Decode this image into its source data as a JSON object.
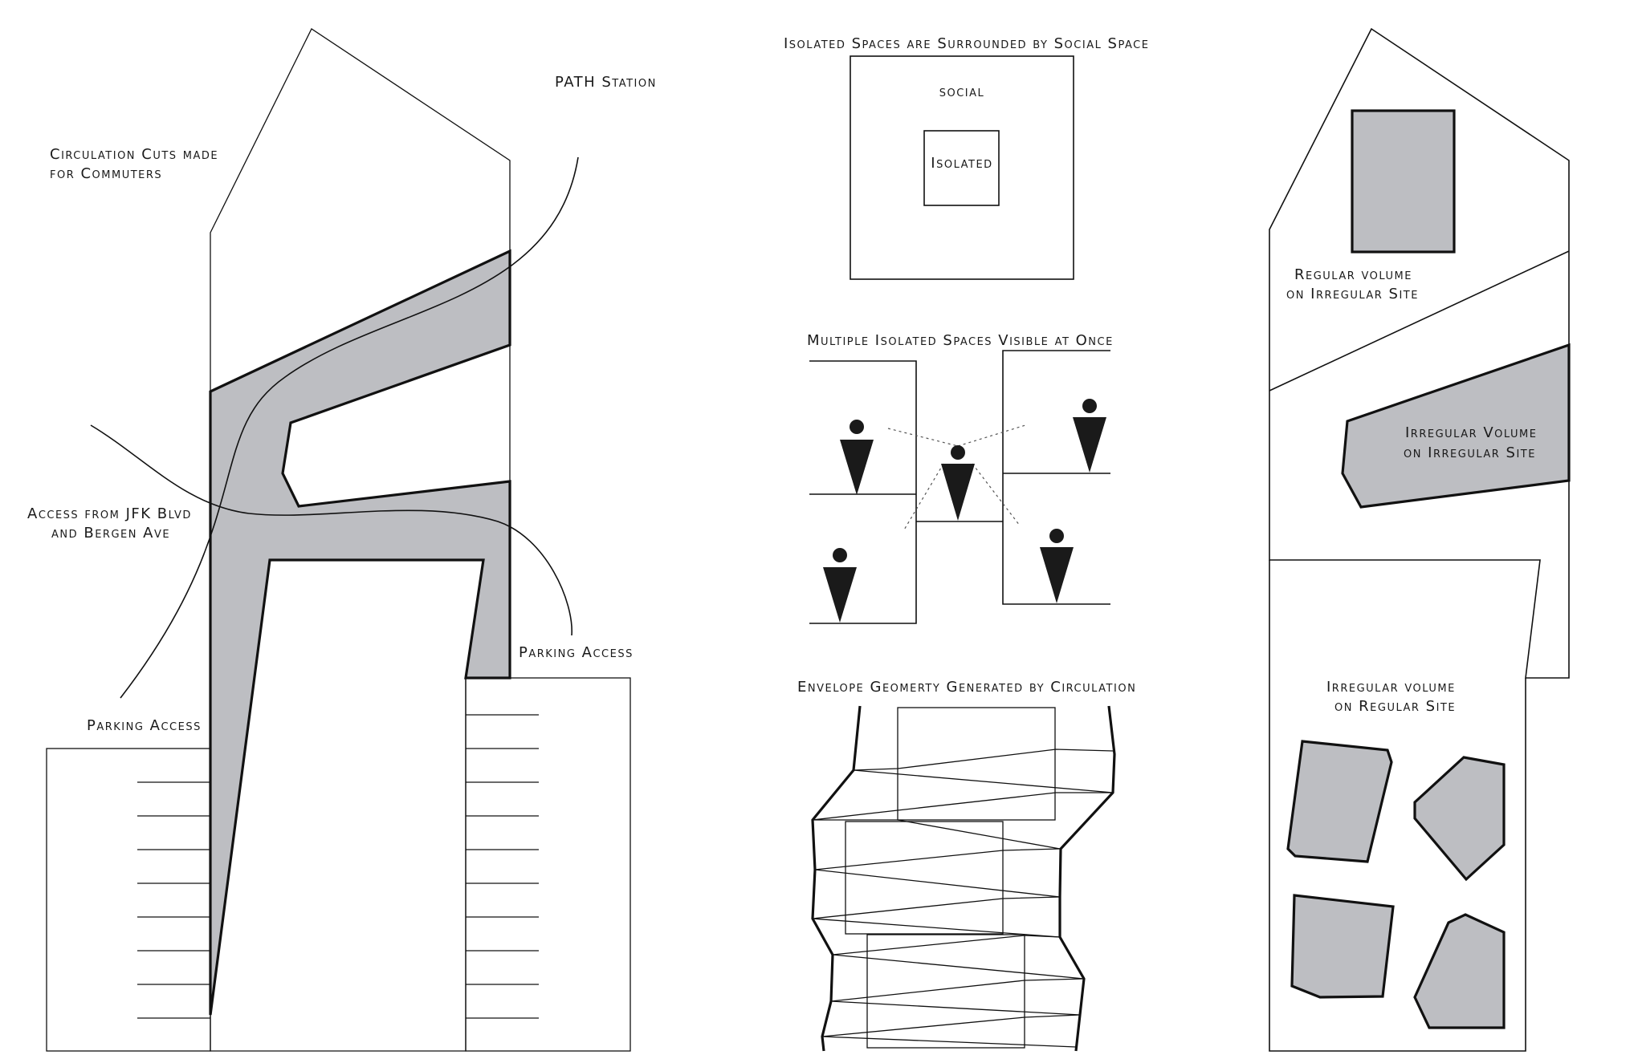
{
  "site_plan": {
    "label_circulation_1": "Circulation Cuts made",
    "label_circulation_2": "for Commuters",
    "label_path": "PATH Station",
    "label_access_1": "Access from JFK Blvd",
    "label_access_2": "and Bergen Ave",
    "label_parking_right": "Parking Access",
    "label_parking_left": "Parking Access"
  },
  "diagram_isolated": {
    "title": "Isolated Spaces are Surrounded by Social Space",
    "outer_label": "social",
    "inner_label": "Isolated"
  },
  "diagram_multiple": {
    "title": "Multiple Isolated Spaces Visible at Once"
  },
  "diagram_envelope": {
    "title": "Envelope Geomerty Generated by Circulation"
  },
  "volume_plan": {
    "label_regular_1": "Regular volume",
    "label_regular_2": "on Irregular Site",
    "label_irregular_1": "Irregular Volume",
    "label_irregular_2": "on Irregular Site",
    "label_irreg_reg_1": "Irregular volume",
    "label_irreg_reg_2": "on Regular Site"
  },
  "colors": {
    "fill_grey": "#bdbec2",
    "ink": "#111111"
  }
}
